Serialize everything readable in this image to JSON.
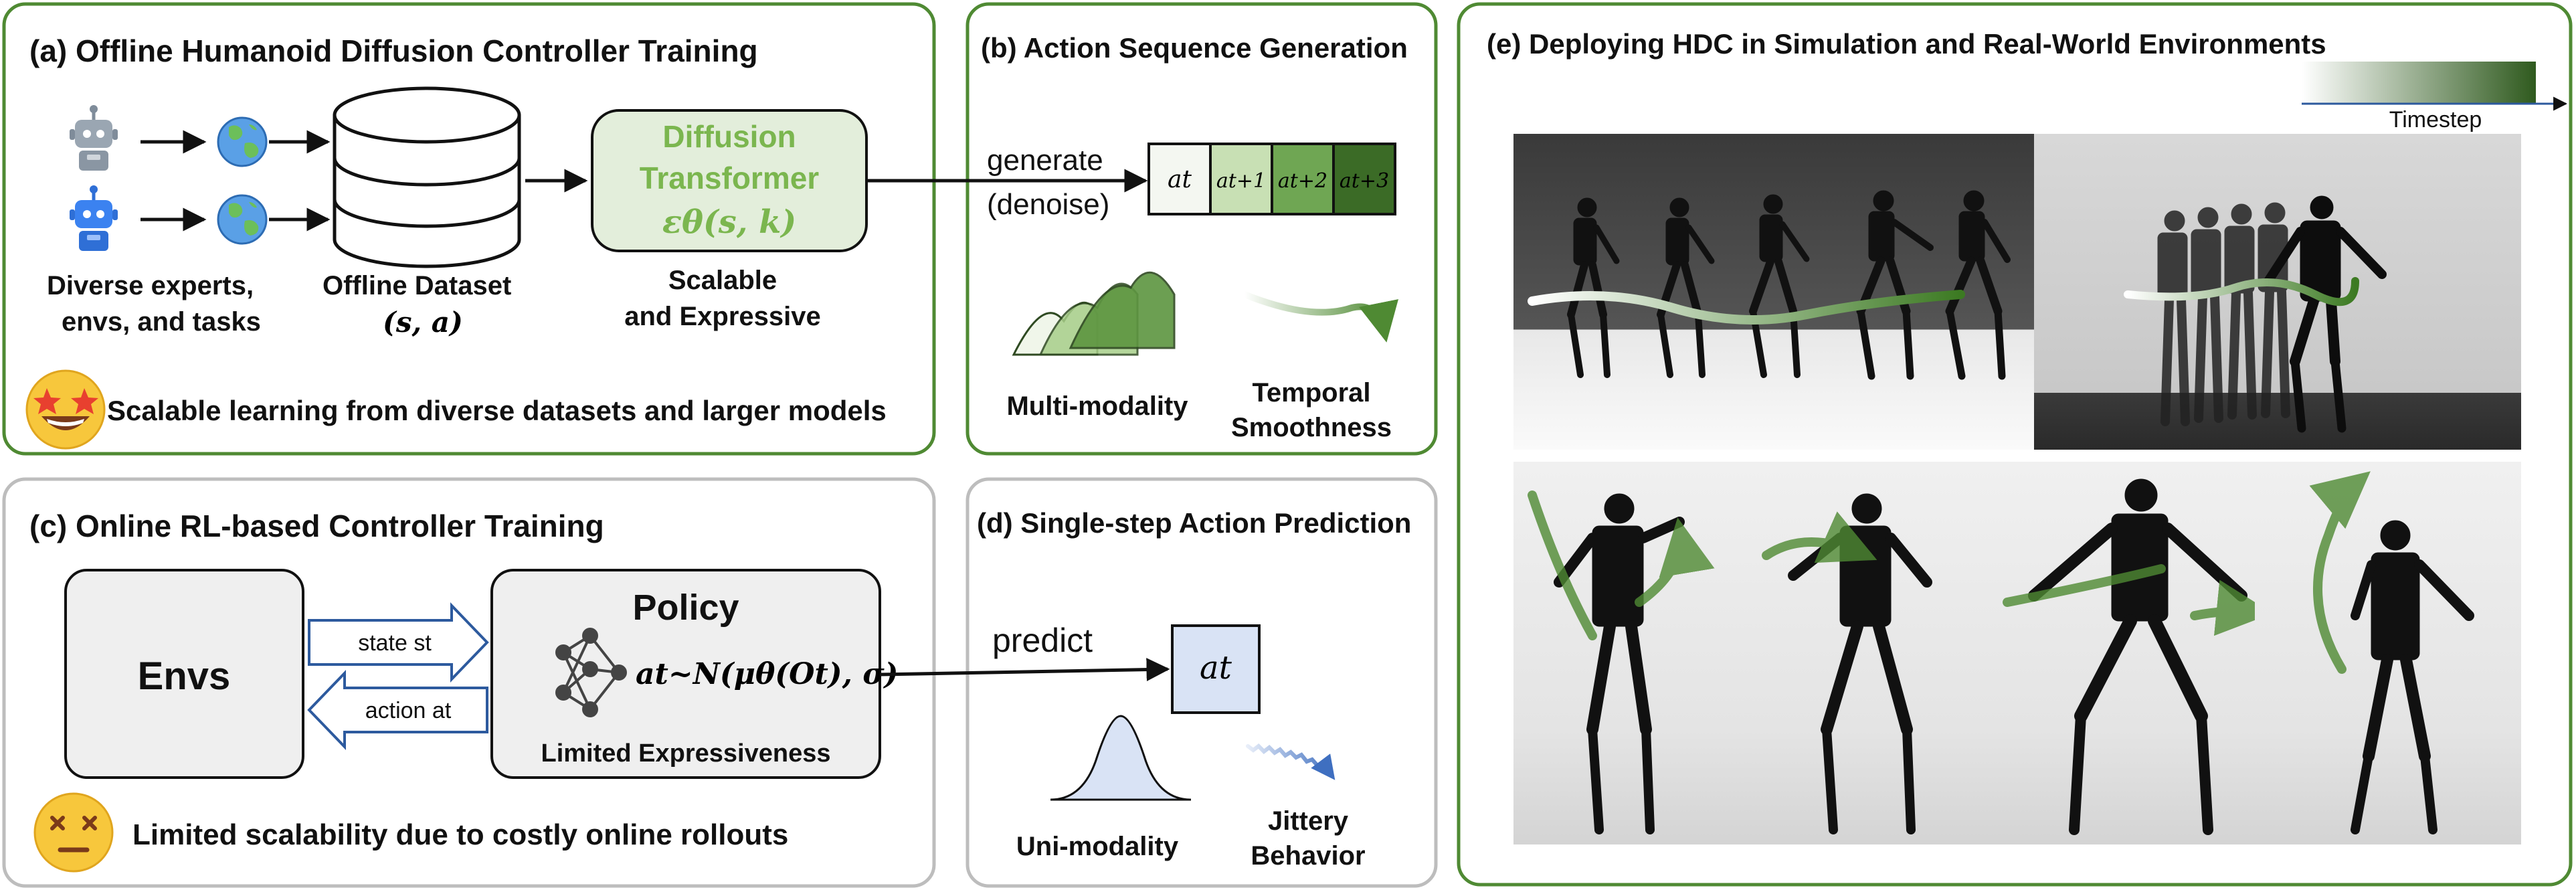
{
  "panel_a": {
    "title": "(a) Offline Humanoid Diffusion Controller Training",
    "experts_line1": "Diverse  experts,",
    "experts_line2": "envs, and tasks",
    "dataset_label": "Offline Dataset",
    "dataset_math": "(s, a)",
    "dt_line1": "Diffusion",
    "dt_line2": "Transformer",
    "dt_math": "εθ(s, k)",
    "dt_caption1": "Scalable",
    "dt_caption2": "and Expressive",
    "footer": "Scalable learning from diverse datasets and larger models"
  },
  "panel_b": {
    "title": "(b) Action Sequence Generation",
    "generate": "generate",
    "denoise": "(denoise)",
    "seq": [
      "at",
      "at+1",
      "at+2",
      "at+3"
    ],
    "multi": "Multi-modality",
    "temporal1": "Temporal",
    "temporal2": "Smoothness"
  },
  "panel_c": {
    "title": "(c) Online RL-based Controller Training",
    "envs": "Envs",
    "state": "state st",
    "action": "action at",
    "policy": "Policy",
    "policy_math": "at~N(μθ(Ot), σ)",
    "limited_expr": "Limited Expressiveness",
    "footer": "Limited scalability due to costly online rollouts"
  },
  "panel_d": {
    "title": "(d) Single-step Action Prediction",
    "predict": "predict",
    "at": "at",
    "uni": "Uni-modality",
    "jittery1": "Jittery",
    "jittery2": "Behavior"
  },
  "panel_e": {
    "title": "(e) Deploying HDC in Simulation and Real-World Environments",
    "timestep": "Timestep"
  },
  "colors": {
    "panel_green": "#4f8a33",
    "panel_gray": "#bdbdbd",
    "dt_fill": "#e3eedb",
    "dt_text": "#7bb64f",
    "seq1": "#f4f7f1",
    "seq2": "#c8e0b4",
    "seq3": "#6fa653",
    "seq4": "#3b6b26",
    "box_blue": "#d9e3f5"
  }
}
